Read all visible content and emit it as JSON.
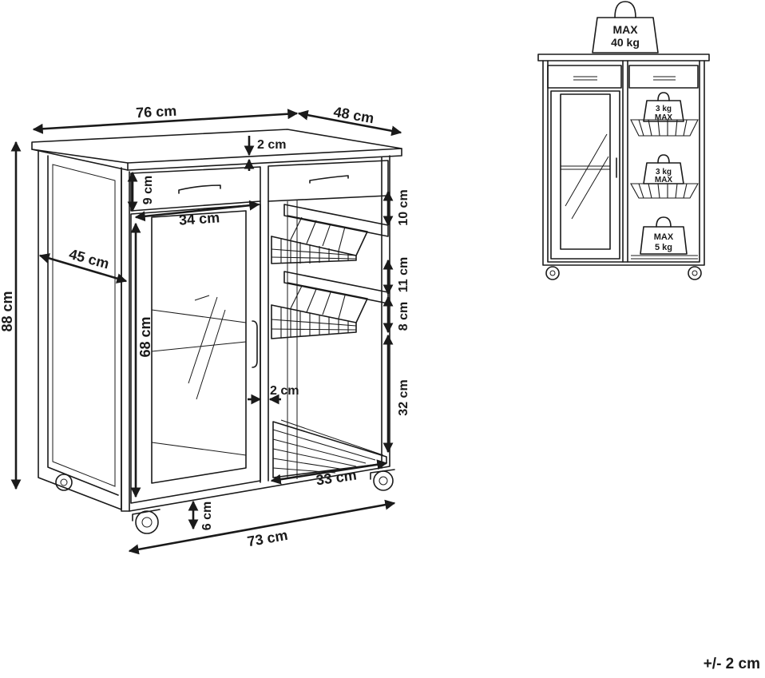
{
  "dimensions": {
    "top_width": "76 cm",
    "top_depth": "48 cm",
    "top_thickness": "2 cm",
    "height": "88 cm",
    "side_depth": "45 cm",
    "drawer_height": "9 cm",
    "cabinet_width": "34 cm",
    "cabinet_height": "68 cm",
    "door_gap": "2 cm",
    "basket_top_gap": "10 cm",
    "basket_gap": "11 cm",
    "basket_height": "8 cm",
    "lower_space": "32 cm",
    "shelf_width": "33 cm",
    "wheel_height": "6 cm",
    "base_width": "73 cm"
  },
  "load": {
    "top_max_label": "MAX",
    "top_max_value": "40 kg",
    "basket1_value": "3 kg",
    "basket1_label": "MAX",
    "basket2_value": "3 kg",
    "basket2_label": "MAX",
    "shelf_max_label": "MAX",
    "shelf_max_value": "5 kg"
  },
  "tolerance": "+/- 2 cm",
  "colors": {
    "line": "#1a1a1a",
    "background": "#ffffff"
  }
}
